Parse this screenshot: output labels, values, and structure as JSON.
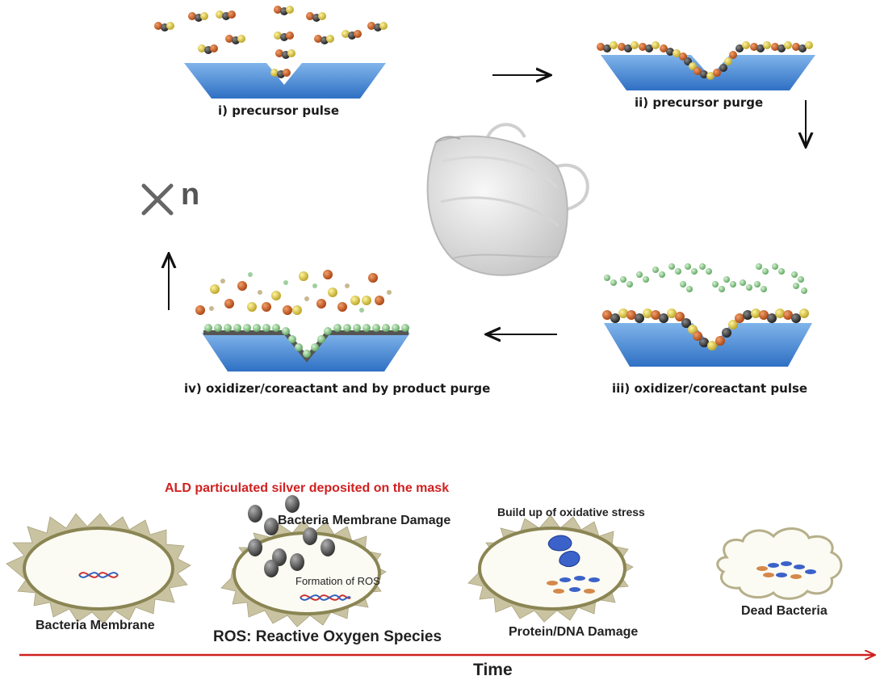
{
  "ald_cycle": {
    "steps": [
      {
        "label": "i) precursor pulse"
      },
      {
        "label": "ii) precursor purge"
      },
      {
        "label": "iii) oxidizer/coreactant pulse"
      },
      {
        "label": "iv) oxidizer/coreactant and by product purge"
      }
    ],
    "repeat_label": "n"
  },
  "mechanism": {
    "deposition_label": "ALD particulated silver deposited on the mask",
    "stages": [
      {
        "label": "Bacteria Membrane"
      },
      {
        "label": "Bacteria Membrane Damage"
      },
      {
        "label": "Formation of ROS"
      },
      {
        "label": "ROS: Reactive Oxygen Species"
      },
      {
        "label": "Build up of oxidative stress"
      },
      {
        "label": "Protein/DNA Damage"
      },
      {
        "label": "Dead Bacteria"
      }
    ],
    "time_label": "Time"
  },
  "colors": {
    "substrate": "#4f8fd6",
    "precursor_orange": "#c8561a",
    "precursor_yellow": "#e0c63a",
    "precursor_dark": "#2a2a2a",
    "oxidizer_green": "#7fbf7f",
    "membrane_fill": "#fbfbf3",
    "membrane_edge": "#8a8553",
    "spike": "#c9c3a2",
    "silver": "#555555",
    "protein_blue": "#3b62c9",
    "dna_orange": "#d4884a",
    "time_arrow": "#d02020",
    "deposition_text": "#d02020"
  }
}
